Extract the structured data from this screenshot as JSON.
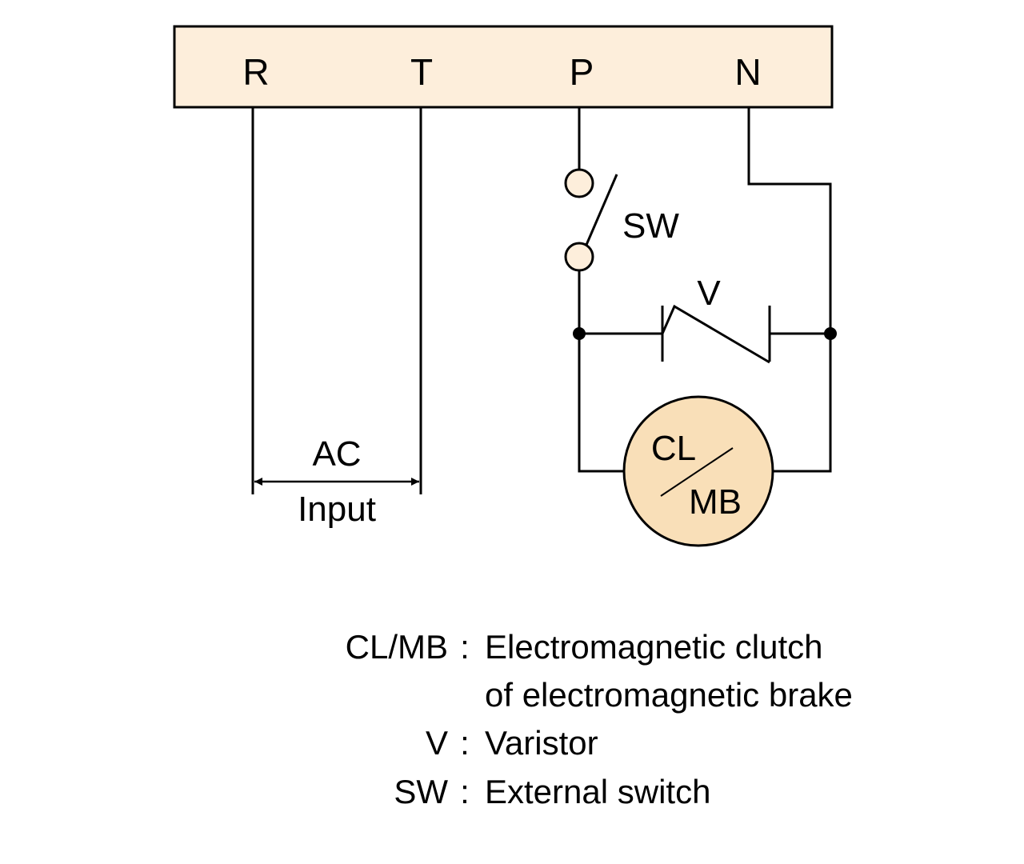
{
  "terminal_block": {
    "fill_color": "#fdeedb",
    "terminals": [
      {
        "label": "R"
      },
      {
        "label": "T"
      },
      {
        "label": "P"
      },
      {
        "label": "N"
      }
    ]
  },
  "components": {
    "switch_label": "SW",
    "varistor_label": "V",
    "coil_label_top": "CL",
    "coil_label_bottom": "MB",
    "coil_fill_color": "#f9dfb8",
    "switch_contact_fill_color": "#fdeedb"
  },
  "input": {
    "label_top": "AC",
    "label_bottom": "Input"
  },
  "legend": [
    {
      "term": "CL/MB",
      "sep": ":",
      "lines": [
        "Electromagnetic clutch",
        "of electromagnetic brake"
      ]
    },
    {
      "term": "V",
      "sep": ":",
      "lines": [
        "Varistor"
      ]
    },
    {
      "term": "SW",
      "sep": ":",
      "lines": [
        "External switch"
      ]
    }
  ]
}
